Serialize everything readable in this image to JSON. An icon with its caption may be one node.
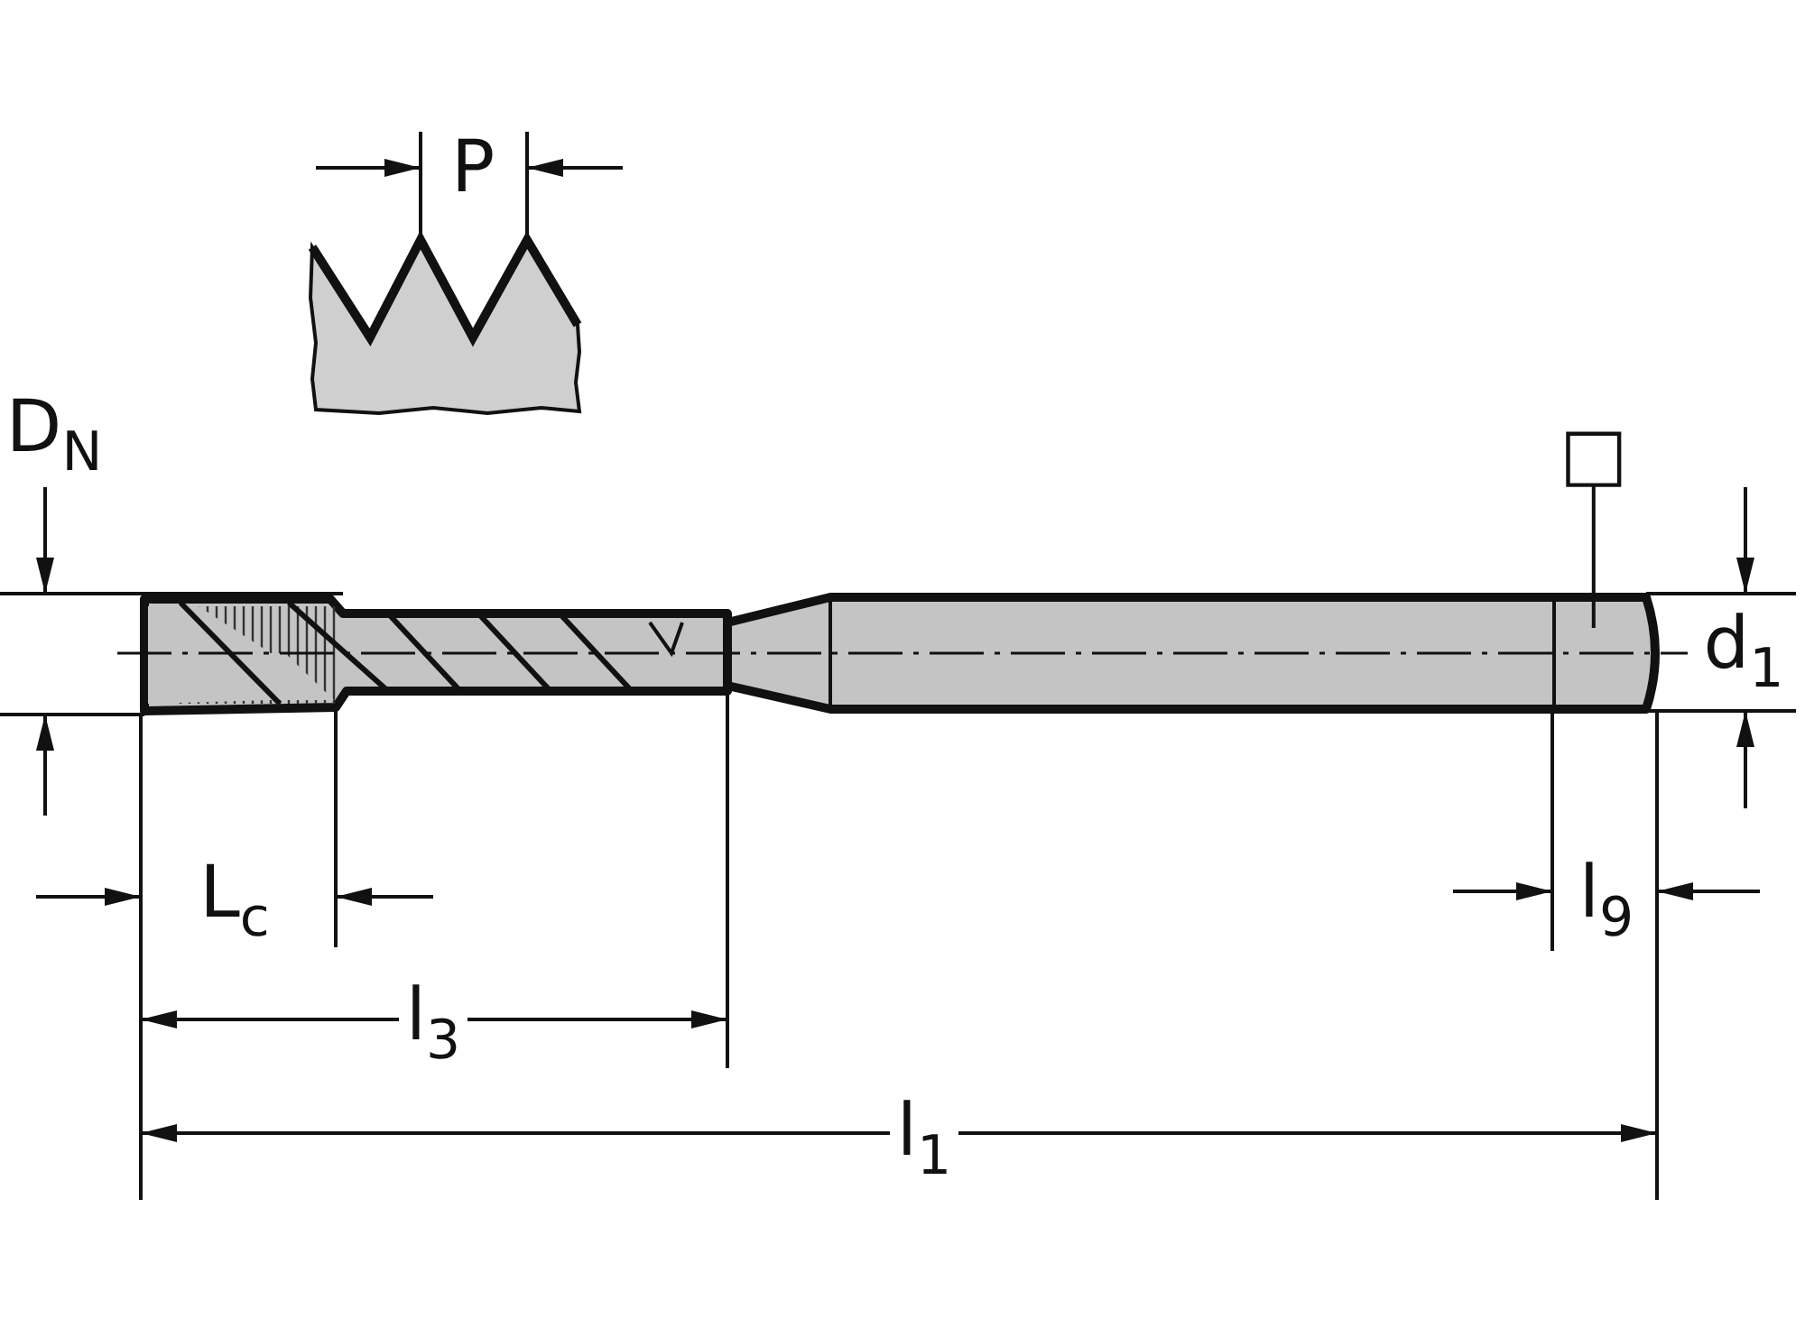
{
  "diagram": {
    "nodes": [
      {
        "text": [
          "□"
        ]
      },
      {
        "text": [],
        "shape": "box"
      }
    ],
    "edges": [
      {
        "from": 0,
        "to": 1,
        "arrow": "none"
      }
    ],
    "labels": [
      "P",
      "D$_{N}$",
      "d$_{1}$",
      "L$_{c}$",
      "l$_{9}$",
      "l$_{3}$",
      "l$_{1}$"
    ]
  }
}
